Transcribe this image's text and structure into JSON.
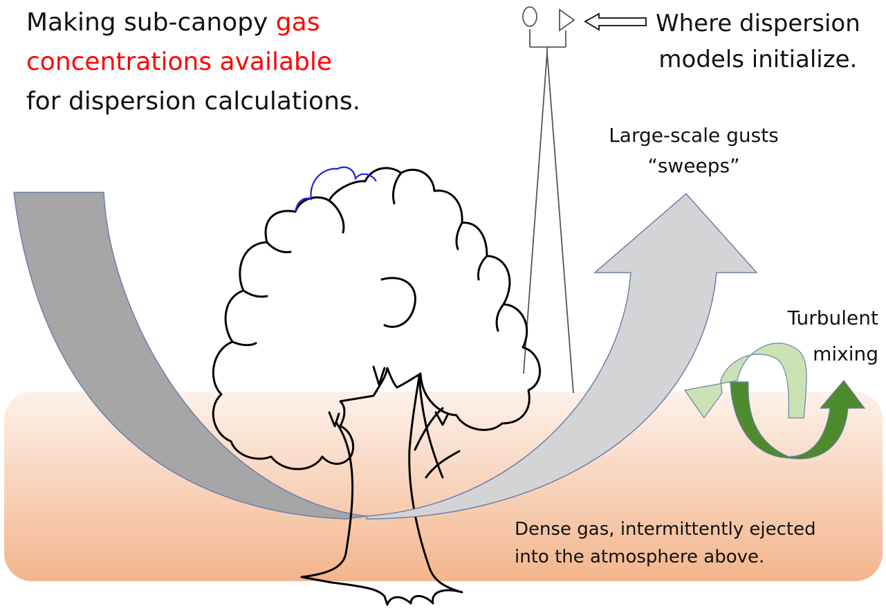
{
  "colors": {
    "highlight_text": "#ff0000",
    "body_text": "#111111",
    "canopy_layer_top": "#fdf1ea",
    "canopy_layer_bottom": "#f3b58c",
    "downward_arrow": "#a6a6a6",
    "upward_arrow": "#d4d4d6",
    "arrow_outline": "#6d7fa8",
    "tree_outline": "#000000",
    "canopy_top_outline": "#2020e0",
    "mixing_arrow_dark": "#4e8a2e",
    "mixing_arrow_light": "#c9e3b4",
    "tower_line": "#555555"
  },
  "title": {
    "line1_plain": "Making sub-canopy ",
    "line1_highlight": "gas",
    "line2_highlight": "concentrations available",
    "line3_plain": "for dispersion calculations."
  },
  "tower": {
    "label_line1": "Where dispersion",
    "label_line2": "models initialize.",
    "instruments": [
      "sensor-icon",
      "triangle-icon"
    ],
    "pointer": "hollow-left-arrow"
  },
  "gusts": {
    "label_line1": "Large-scale gusts",
    "label_line2": "“sweeps”"
  },
  "mixing": {
    "label_line1": "Turbulent",
    "label_line2": "mixing"
  },
  "dense_gas": {
    "label_line1": "Dense gas, intermittently ejected",
    "label_line2": "into the atmosphere above."
  }
}
